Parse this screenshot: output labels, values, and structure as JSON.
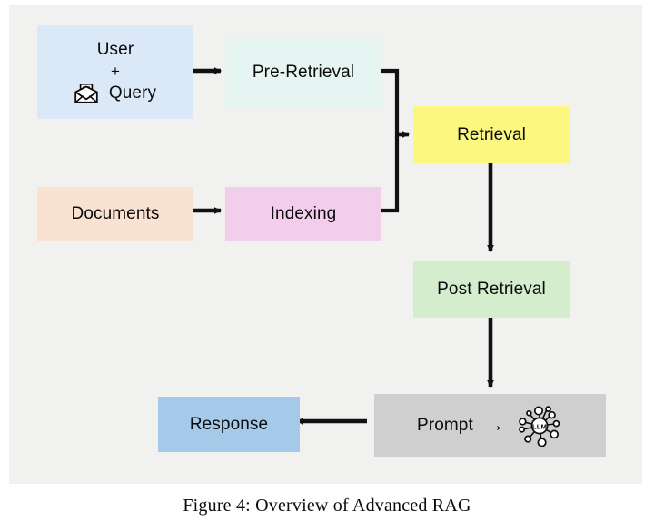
{
  "figure": {
    "caption": "Figure 4: Overview of Advanced RAG",
    "background": "#f1f1f0",
    "page_background": "#ffffff"
  },
  "diagram": {
    "type": "flowchart",
    "title": "Overview of Advanced RAG",
    "nodes": [
      {
        "id": "user",
        "label_lines": [
          "User",
          "+",
          "Query"
        ],
        "label": "User + Query",
        "icon": "envelope-icon",
        "color": "#dbe8f7"
      },
      {
        "id": "pre_retrieval",
        "label": "Pre-Retrieval",
        "color": "#e6f4f2"
      },
      {
        "id": "documents",
        "label": "Documents",
        "color": "#fae2d2"
      },
      {
        "id": "indexing",
        "label": "Indexing",
        "color": "#f2cdec"
      },
      {
        "id": "retrieval",
        "label": "Retrieval",
        "color": "#fcf87f"
      },
      {
        "id": "post_retrieval",
        "label": "Post Retrieval",
        "color": "#d4eecd"
      },
      {
        "id": "prompt",
        "label": "Prompt",
        "arrow_glyph": "→",
        "icon": "llm-network-icon",
        "icon_label": "LLM",
        "color": "#cfcfcf"
      },
      {
        "id": "response",
        "label": "Response",
        "color": "#a5c9e8"
      }
    ],
    "edges": [
      {
        "from": "user",
        "to": "pre_retrieval",
        "style": "straight-arrow"
      },
      {
        "from": "documents",
        "to": "indexing",
        "style": "straight-arrow"
      },
      {
        "from": "pre_retrieval",
        "to": "retrieval",
        "style": "elbow-merge-arrow"
      },
      {
        "from": "indexing",
        "to": "retrieval",
        "style": "elbow-merge-arrow"
      },
      {
        "from": "retrieval",
        "to": "post_retrieval",
        "style": "straight-arrow-down"
      },
      {
        "from": "post_retrieval",
        "to": "prompt",
        "style": "straight-arrow-down"
      },
      {
        "from": "prompt",
        "to": "response",
        "style": "straight-arrow-left"
      }
    ],
    "edge_color": "#111111"
  }
}
